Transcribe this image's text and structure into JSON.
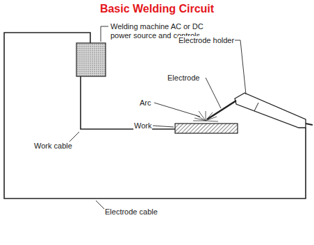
{
  "diagram": {
    "title": "Basic Welding Circuit",
    "labels": [
      "Welding machine AC or DC power source and controls",
      "Electrode holder",
      "Electrode",
      "Arc",
      "Work",
      "Work cable",
      "Electrode cable"
    ]
  }
}
